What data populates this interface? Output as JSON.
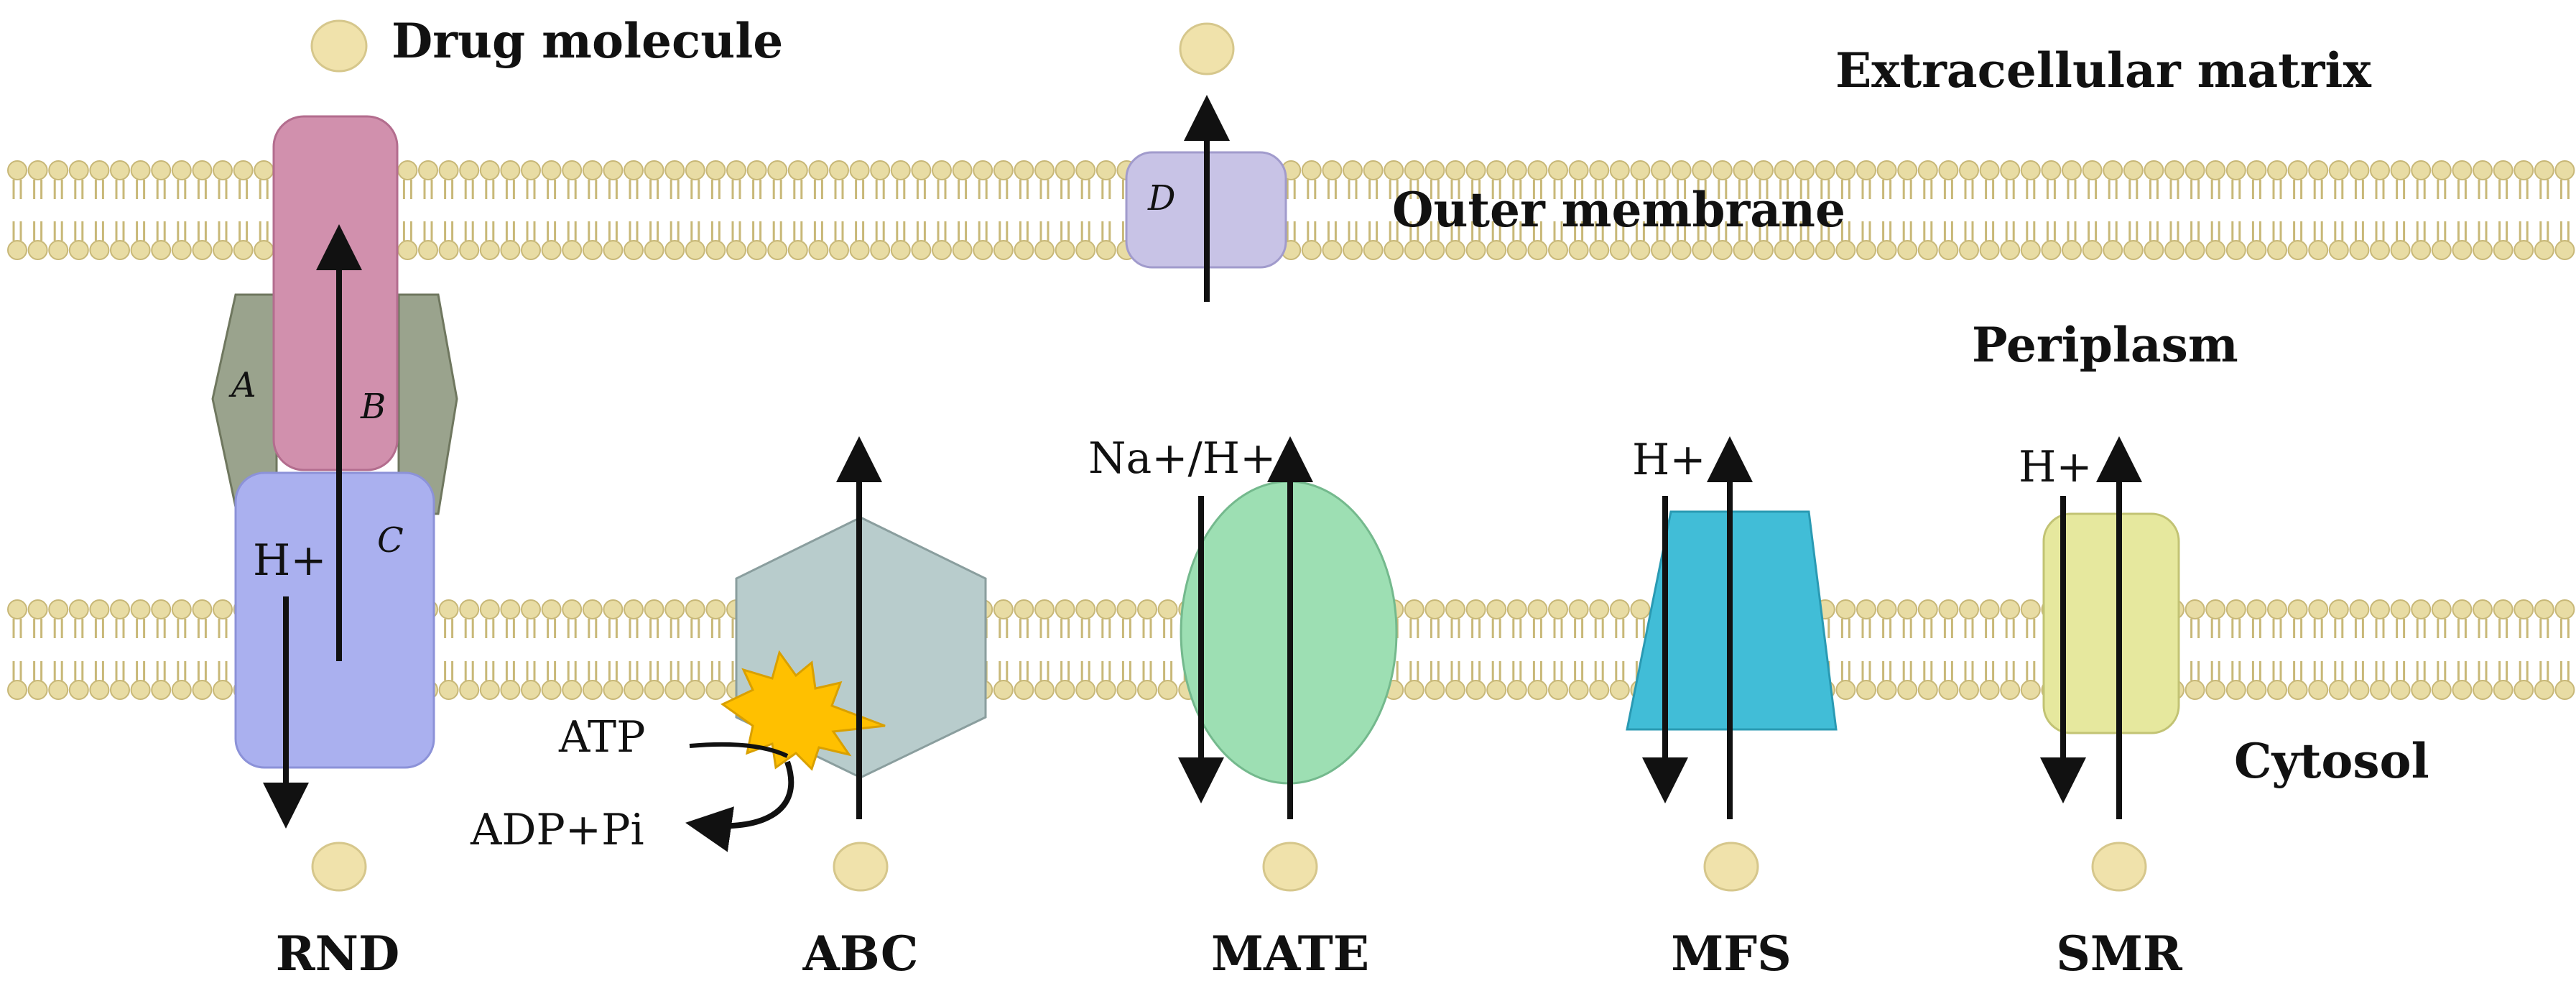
{
  "labels": {
    "legend_drug": "Drug molecule",
    "region_extracellular": "Extracellular matrix",
    "region_outer_membrane": "Outer membrane",
    "region_periplasm": "Periplasm",
    "region_cytosol": "Cytosol"
  },
  "transporters": {
    "rnd": {
      "name": "RND",
      "part_a": "A",
      "part_b": "B",
      "part_c": "C",
      "ion": "H+"
    },
    "abc": {
      "name": "ABC",
      "atp": "ATP",
      "adp": "ADP+Pi"
    },
    "mate": {
      "name": "MATE",
      "ion": "Na+/H+"
    },
    "mfs": {
      "name": "MFS",
      "ion": "H+"
    },
    "smr": {
      "name": "SMR",
      "ion": "H+"
    },
    "outer_channel": {
      "name": "D"
    }
  },
  "colors": {
    "lipid_head": "#e8dca4",
    "lipid_head_stroke": "#c8b878",
    "drug_molecule": "#f0e2ab",
    "rnd_a": "#9aa38d",
    "rnd_b": "#d190ad",
    "rnd_c": "#aab0ef",
    "outer_d": "#c8c3e6",
    "abc": "#b8cccc",
    "atp_burst": "#ffc000",
    "mate": "#9ddfb3",
    "mfs": "#41bdd7",
    "smr": "#e6e89e"
  }
}
